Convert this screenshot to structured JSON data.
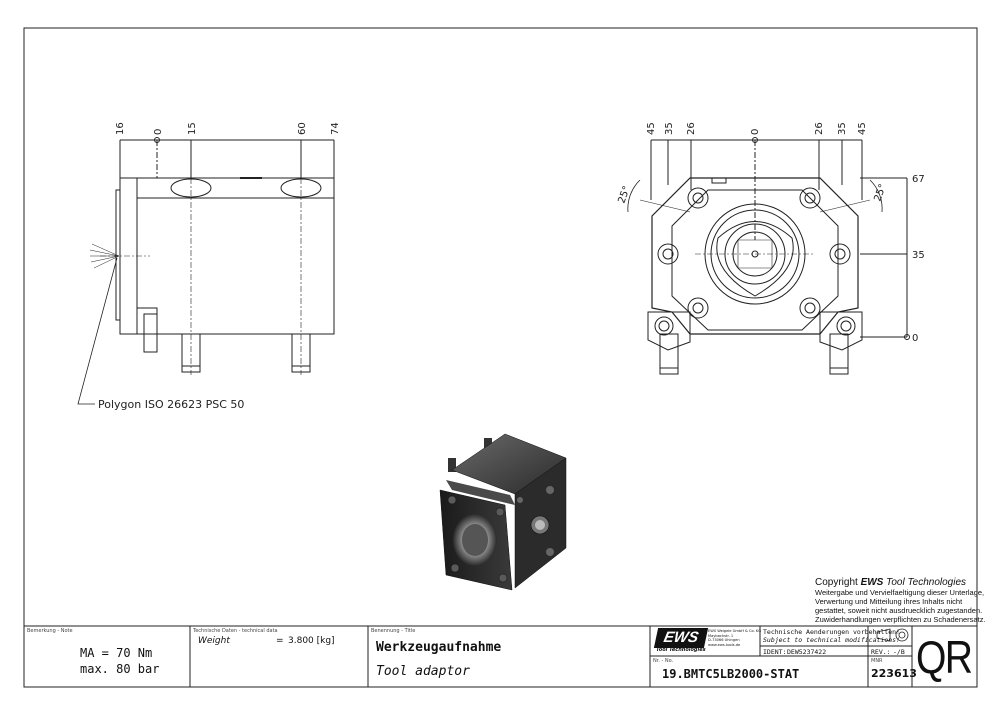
{
  "drawing": {
    "left_view_dims": [
      "16",
      "0",
      "15",
      "60",
      "74"
    ],
    "right_view_top_dims": [
      "45",
      "35",
      "26",
      "0",
      "26",
      "35",
      "45"
    ],
    "right_view_side_dims": [
      "67",
      "35",
      "0"
    ],
    "angle_left": "25°",
    "angle_right": "25°",
    "polygon_callout": "Polygon ISO 26623 PSC 50"
  },
  "copyright": {
    "heading_prefix": "Copyright ",
    "heading_brand": "EWS",
    "heading_suffix": " Tool Technologies",
    "lines": [
      "Weitergabe und Vervielfaeltigung dieser Unterlage,",
      "Verwertung und Mitteilung ihres Inhalts nicht",
      "gestattet, soweit nicht ausdruecklich zugestanden.",
      "Zuwiderhandlungen verpflichten zu Schadenersatz."
    ]
  },
  "title_block": {
    "remark_caption": "Bemerkung - Note",
    "remark_lines": [
      "MA = 70 Nm",
      "max. 80 bar"
    ],
    "tech_caption": "Technische Daten - technical data",
    "weight_label": "Weight",
    "weight_eq": "=",
    "weight_value": "3.800 [kg]",
    "title_caption": "Benennung - Title",
    "title_de": "Werkzeugaufnahme",
    "title_en": "Tool adaptor",
    "logo_text": "EWS",
    "logo_sub": "Tool Technologies",
    "company_lines": [
      "EWS Weigele GmbH & Co. KG",
      "Maybachstr. 1",
      "D-73066 Uhingen",
      "www.ews-tools.de"
    ],
    "change_de": "Technische Aenderungen vorbehalten!",
    "change_en": "Subject to technical modifications!",
    "ident_label": "IDENT:",
    "ident_value": "DEW5237422",
    "rev_label": "REV.:",
    "rev_value": "-/B",
    "nr_caption": "Nr. - No.",
    "nr_value": "19.BMTC5LB2000-STAT",
    "mnr_caption": "MNR",
    "mnr_value": "223613",
    "qr_label": "QR"
  }
}
